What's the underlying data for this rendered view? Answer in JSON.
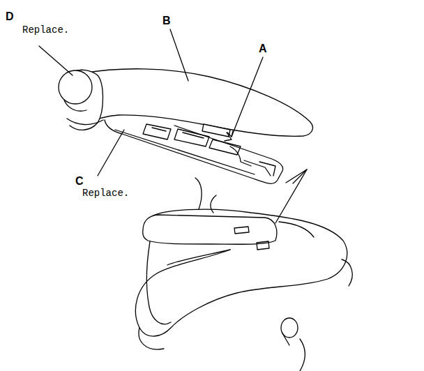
{
  "diagram": {
    "labels": [
      "D",
      "Replace.",
      "B",
      "A",
      "C",
      "Replace."
    ]
  }
}
